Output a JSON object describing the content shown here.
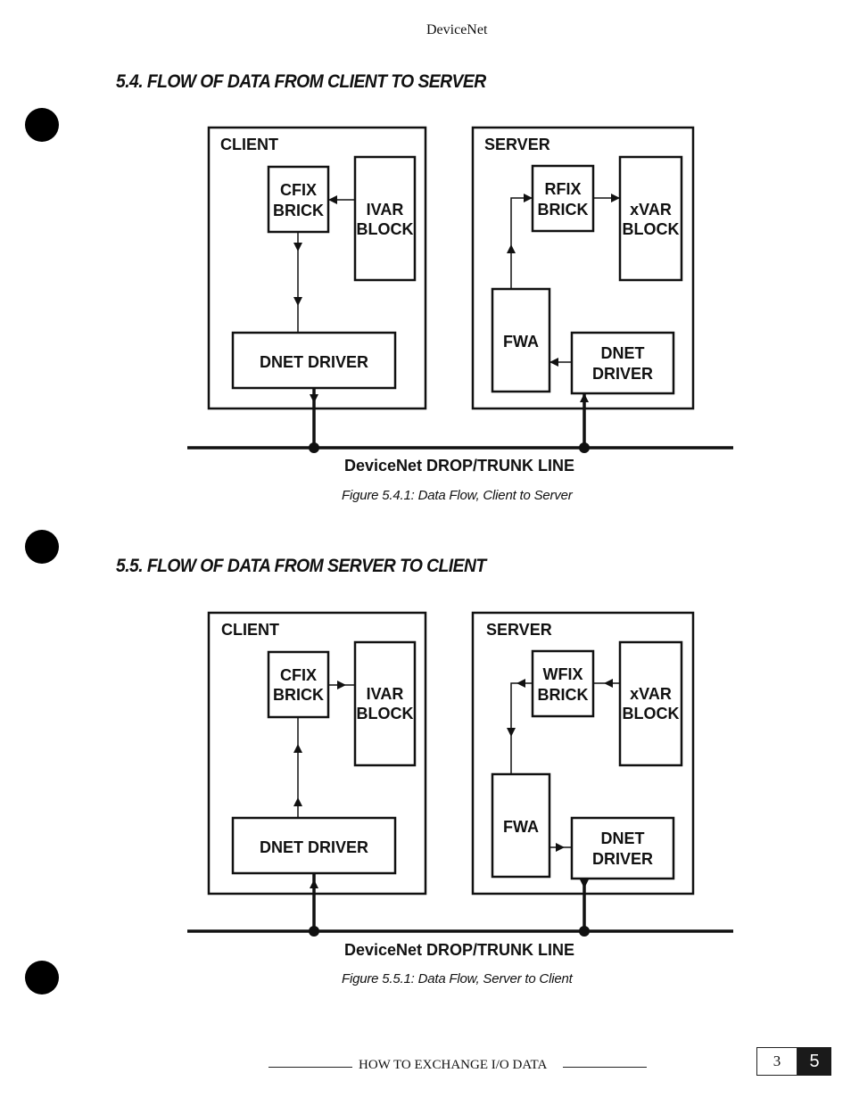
{
  "header": {
    "running_title": "DeviceNet"
  },
  "sections": [
    {
      "title": "5.4. FLOW OF DATA FROM CLIENT TO SERVER",
      "diagram": {
        "client_label": "CLIENT",
        "server_label": "SERVER",
        "client_fix_line1": "CFIX",
        "client_fix_line2": "BRICK",
        "ivar_line1": "IVAR",
        "ivar_line2": "BLOCK",
        "client_driver": "DNET DRIVER",
        "server_fix_line1": "RFIX",
        "server_fix_line2": "BRICK",
        "xvar_line1": "xVAR",
        "xvar_line2": "BLOCK",
        "fwa": "FWA",
        "server_driver_line1": "DNET",
        "server_driver_line2": "DRIVER",
        "trunk_label": "DeviceNet DROP/TRUNK LINE"
      },
      "caption": "Figure 5.4.1: Data Flow, Client to Server"
    },
    {
      "title": "5.5. FLOW OF DATA FROM SERVER TO CLIENT",
      "diagram": {
        "client_label": "CLIENT",
        "server_label": "SERVER",
        "client_fix_line1": "CFIX",
        "client_fix_line2": "BRICK",
        "ivar_line1": "IVAR",
        "ivar_line2": "BLOCK",
        "client_driver": "DNET DRIVER",
        "server_fix_line1": "WFIX",
        "server_fix_line2": "BRICK",
        "xvar_line1": "xVAR",
        "xvar_line2": "BLOCK",
        "fwa": "FWA",
        "server_driver_line1": "DNET",
        "server_driver_line2": "DRIVER",
        "trunk_label": "DeviceNet DROP/TRUNK LINE"
      },
      "caption": "Figure 5.5.1: Data Flow, Server to Client"
    }
  ],
  "footer": {
    "title": "HOW TO EXCHANGE I/O DATA",
    "page_number": "3",
    "chapter_number": "5"
  }
}
